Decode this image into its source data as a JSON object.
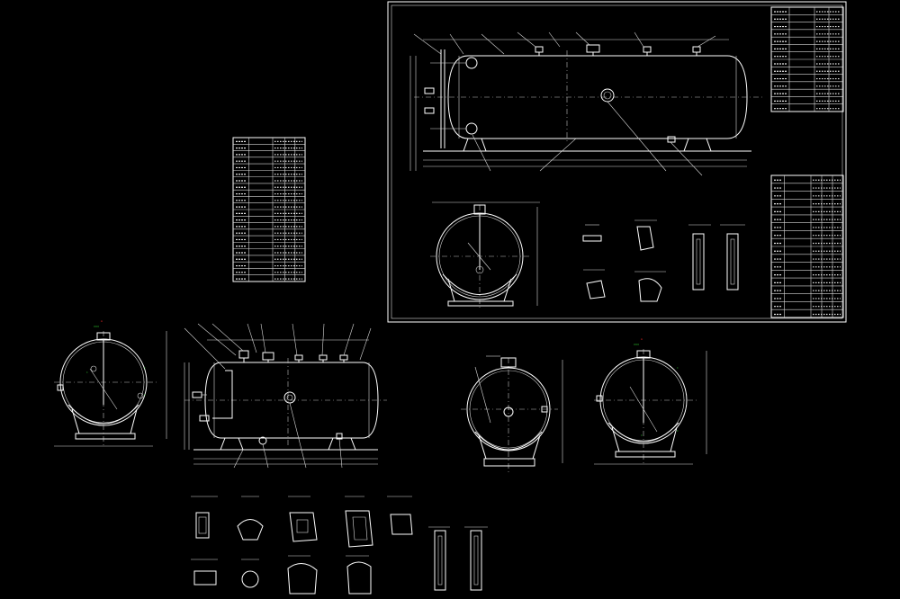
{
  "drawing": {
    "background": "#000000",
    "line_color": "#ffffff",
    "accent_red": "#ff2a2a",
    "accent_green": "#39ff39"
  },
  "views": [
    {
      "id": "framed-side-elevation",
      "kind": "horizontal-vessel-elevation"
    },
    {
      "id": "framed-end-section",
      "kind": "vessel-end-section"
    },
    {
      "id": "loose-side-elevation",
      "kind": "horizontal-vessel-elevation"
    },
    {
      "id": "loose-end-left",
      "kind": "vessel-end-section"
    },
    {
      "id": "loose-end-middle",
      "kind": "vessel-end-section"
    },
    {
      "id": "loose-end-right",
      "kind": "vessel-end-section"
    }
  ],
  "tables": [
    {
      "id": "standalone-spec-table",
      "rows": 22,
      "cols": 5
    },
    {
      "id": "title-block-upper",
      "rows": 14,
      "cols": 4
    },
    {
      "id": "title-block-lower",
      "rows": 18,
      "cols": 5
    }
  ]
}
